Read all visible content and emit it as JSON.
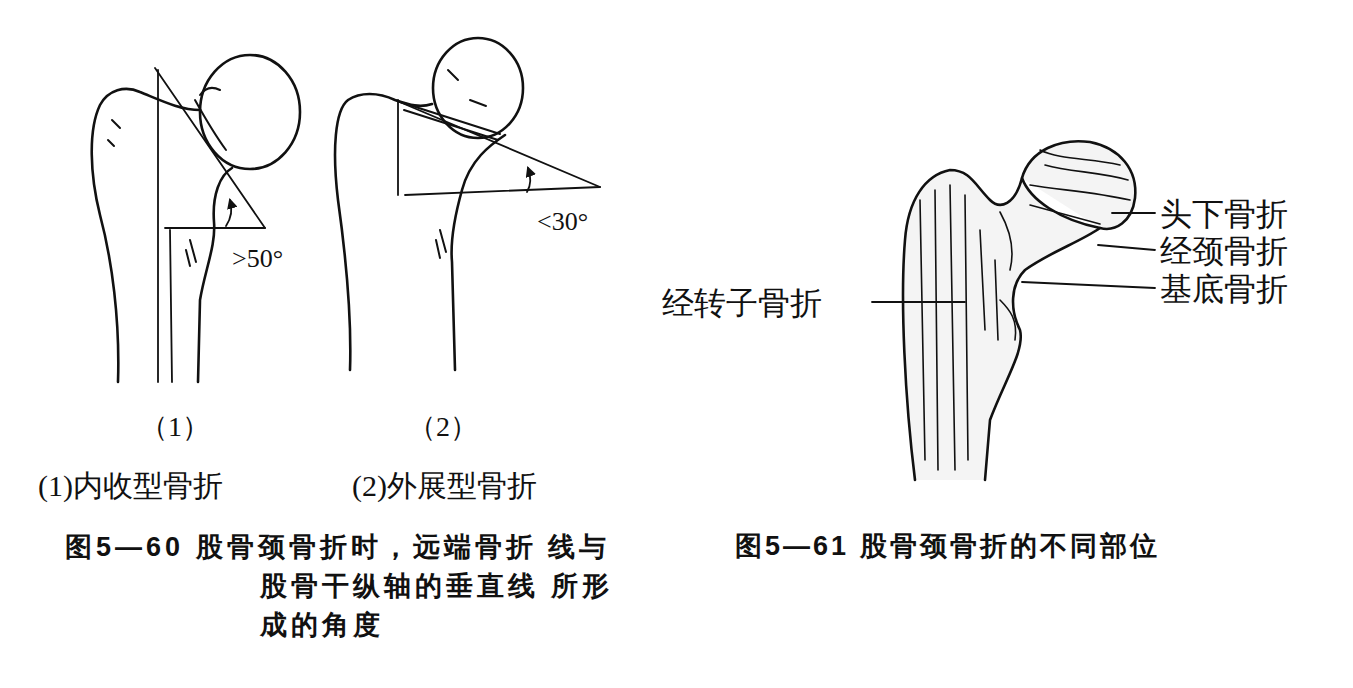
{
  "diagram": {
    "labels": [
      "（1）",
      "(1)内收型骨折",
      "（2）",
      "(2)外展型骨折",
      ">50°",
      "<30°",
      "头下骨折",
      "经颈骨折",
      "基底骨折",
      "经转子骨折",
      "图5—60 股骨颈骨折时，远端骨折 线与股骨干纵轴的垂直线 所形成的角度",
      "图5—61 股骨颈骨折的不同部位"
    ]
  }
}
